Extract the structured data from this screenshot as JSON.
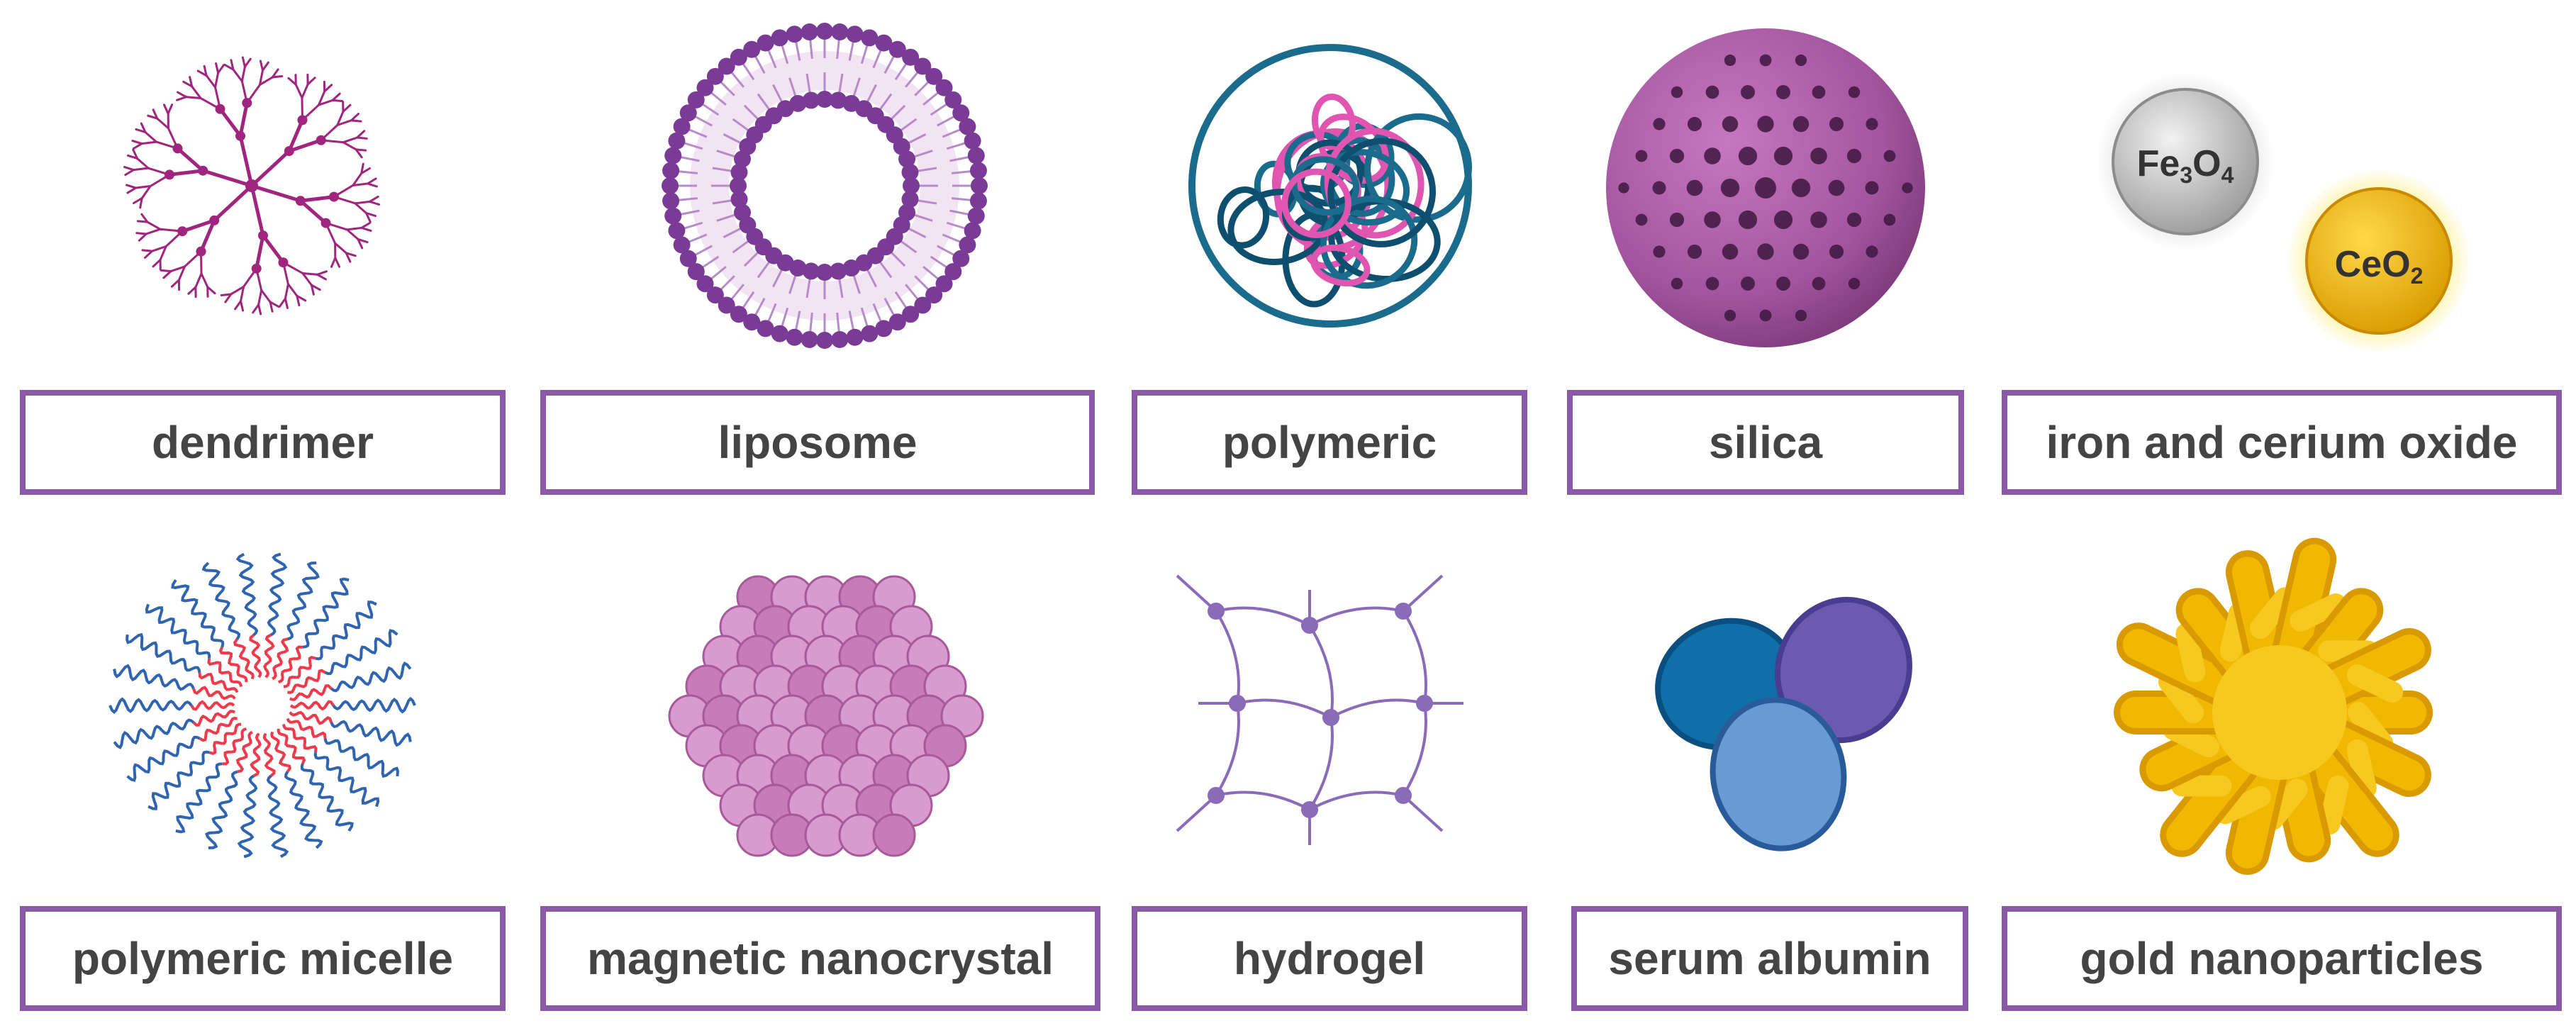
{
  "colors": {
    "frame": "#8a5aa8",
    "text": "#444444",
    "dendrimer": "#a0257e",
    "liposome": "#7a3b96",
    "polymer_blue": "#1a6b8c",
    "polymer_pink": "#e055b0",
    "silica": "#a2559e",
    "micelle_blue": "#2f64b0",
    "micelle_red": "#ee3a4a",
    "hydrogel": "#8a6bb8",
    "albumin_dark": "#0f6fa8",
    "albumin_purple": "#6a5ab0",
    "albumin_light": "#6a9ad4",
    "gold": "#f0b800",
    "fe_grey": "#b8b8b8",
    "ceo_gold": "#f2b200"
  },
  "items": [
    {
      "label": "dendrimer",
      "icon": "dendrimer-icon"
    },
    {
      "label": "liposome",
      "icon": "liposome-icon"
    },
    {
      "label": "polymeric",
      "icon": "polymeric-nanoparticle-icon"
    },
    {
      "label": "silica",
      "icon": "silica-nanoparticle-icon"
    },
    {
      "label": "iron and cerium oxide",
      "icon": "metal-oxide-icon"
    },
    {
      "label": "polymeric micelle",
      "icon": "polymeric-micelle-icon"
    },
    {
      "label": "magnetic nanocrystal",
      "icon": "magnetic-nanocrystal-icon"
    },
    {
      "label": "hydrogel",
      "icon": "hydrogel-icon"
    },
    {
      "label": "serum albumin",
      "icon": "serum-albumin-icon"
    },
    {
      "label": "gold nanoparticles",
      "icon": "gold-nanoparticle-icon"
    }
  ],
  "fe3o4": {
    "base": "Fe",
    "sub1": "3",
    "mid": "O",
    "sub2": "4"
  },
  "ceo2": {
    "base": "CeO",
    "sub": "2"
  }
}
